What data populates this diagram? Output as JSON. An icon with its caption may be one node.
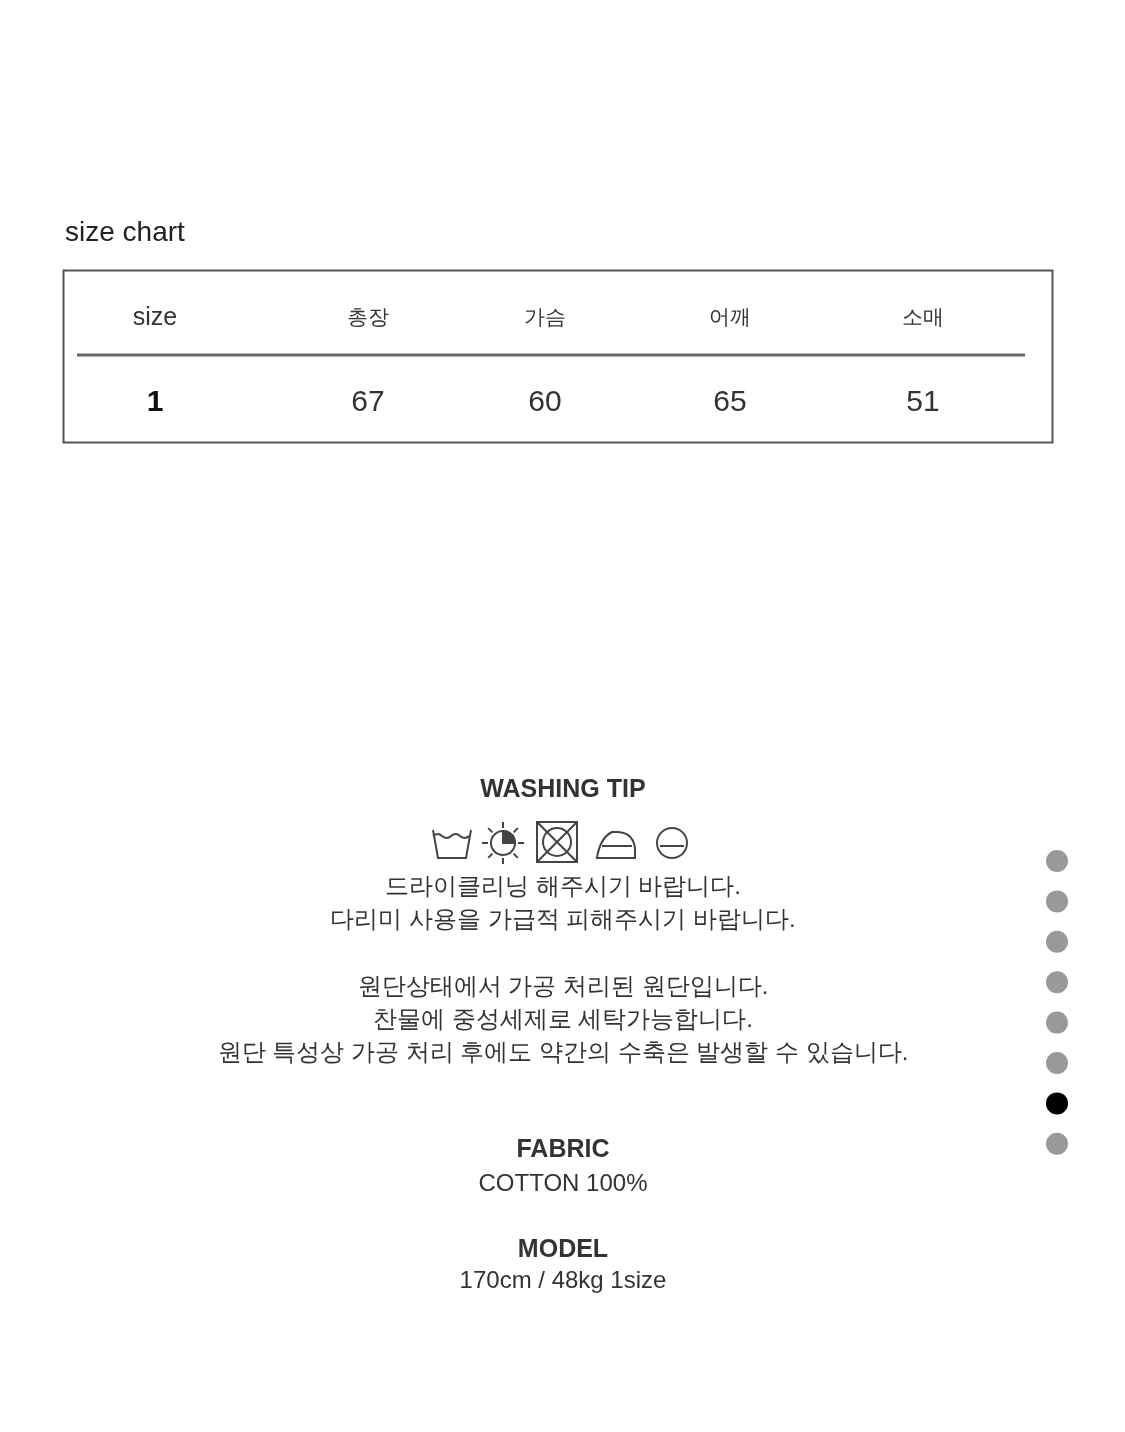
{
  "diagram": {
    "title": "size chart",
    "labels": [
      "size",
      "총장",
      "가슴",
      "어깨",
      "소매",
      "1",
      "67",
      "60",
      "65",
      "51",
      "WASHING TIP",
      "드라이클리닝 해주시기 바랍니다.",
      "다리미 사용을 가급적 피해주시기 바랍니다.",
      "원단상태에서 가공 처리된 원단입니다.",
      "찬물에 중성세제로 세탁가능합니다.",
      "원단 특성상 가공 처리 후에도 약간의 수축은 발생할 수 있습니다.",
      "FABRIC",
      "COTTON 100%",
      "MODEL",
      "170cm / 48kg 1size"
    ]
  }
}
